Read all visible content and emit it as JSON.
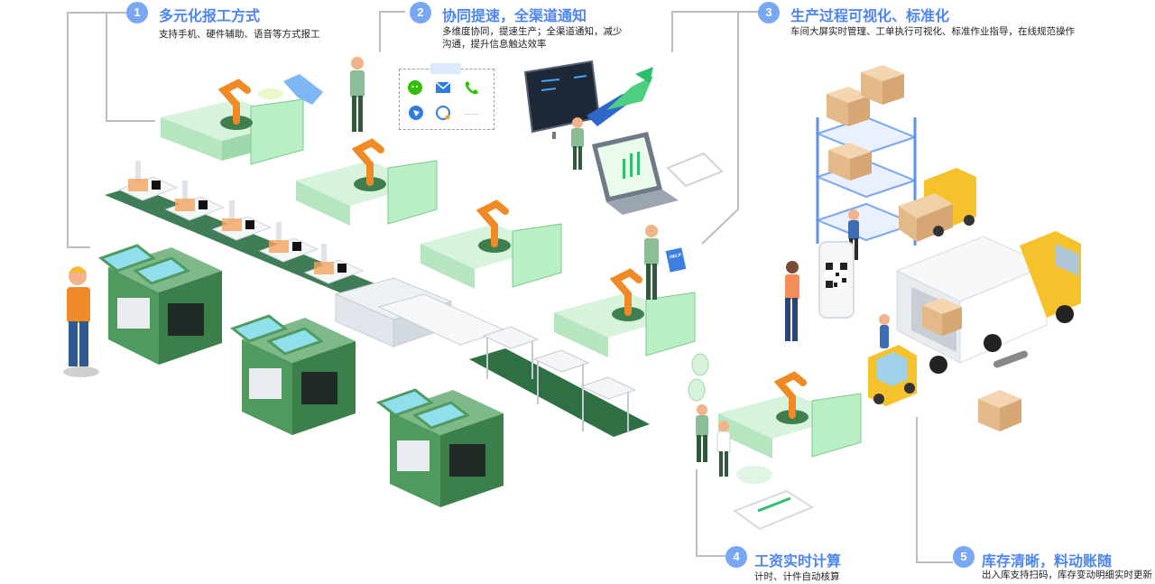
{
  "features": [
    {
      "num": "1",
      "title": "多元化报工方式",
      "desc": "支持手机、硬件辅助、语音等方式报工"
    },
    {
      "num": "2",
      "title": "协同提速，全渠道通知",
      "desc_line1": "多维度协同，提速生产；全渠道通知，减少",
      "desc_line2": "沟通，提升信息触达效率"
    },
    {
      "num": "3",
      "title": "生产过程可视化、标准化",
      "desc": "车间大屏实时管理、工单执行可视化、标准作业指导，在线规范操作"
    },
    {
      "num": "4",
      "title": "工资实时计算",
      "desc": "计时、计件自动核算"
    },
    {
      "num": "5",
      "title": "库存清晰，料动账随",
      "desc": "出入库支持扫码，库存变动明细实时更新"
    }
  ],
  "notification_channels": [
    "wechat-icon",
    "mail-icon",
    "phone-icon",
    "bubble-icon",
    "chat-icon",
    "more-dots"
  ],
  "notification_more": "......",
  "help_label": "HELP",
  "colors": {
    "accent": "#4d86ee",
    "badge": "#7aa7f4",
    "machine_green": "#4f9a5e",
    "light_green": "#c8eccf",
    "robot_orange": "#f08a24",
    "connector": "#b8b8b8"
  }
}
